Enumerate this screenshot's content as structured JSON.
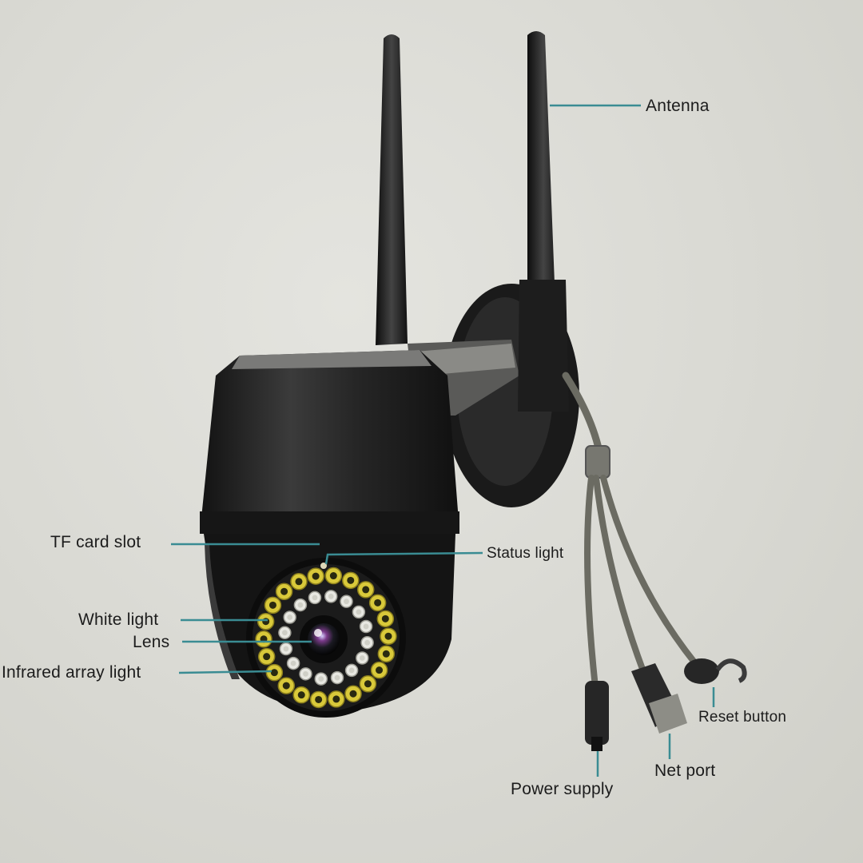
{
  "labels": {
    "antenna": "Antenna",
    "tf_card_slot": "TF card slot",
    "status_light": "Status light",
    "white_light": "White light",
    "lens": "Lens",
    "infrared_array_light": "Infrared array light",
    "reset_button": "Reset button",
    "net_port": "Net port",
    "power_supply": "Power supply"
  },
  "colors": {
    "background": "#d9d9d3",
    "camera_body": "#1e1e1e",
    "leader_line": "#3a8c93",
    "infrared_led": "#d9c93a",
    "white_led": "#e8e8e2",
    "cable": "#6b6b62"
  }
}
